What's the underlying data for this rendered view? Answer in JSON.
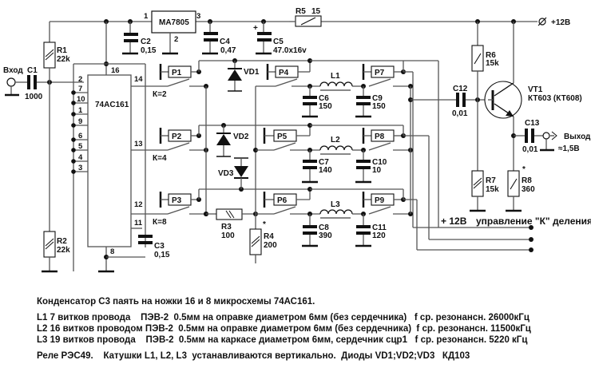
{
  "schematic": {
    "input_label": "Вход",
    "output_label": "Выход",
    "output_level": "≈1,5В",
    "supply_label": "+12В",
    "control_label_supply": "+ 12В",
    "control_label": "управление \"К\" деления",
    "ic": {
      "name": "74AC161",
      "pins": {
        "p1": "1",
        "p2": "2",
        "p3": "3",
        "p4": "4",
        "p5": "5",
        "p6": "6",
        "p7": "7",
        "p8": "8",
        "p9": "9",
        "p10": "10",
        "p11": "11",
        "p12": "12",
        "p13": "13",
        "p14": "14",
        "p16": "16"
      }
    },
    "regulator": {
      "name": "MA7805",
      "pin1": "1",
      "pin2": "2",
      "pin3": "3"
    },
    "ratios": {
      "k2": "К=2",
      "k4": "К=4",
      "k8": "К=8"
    },
    "components": {
      "C1": {
        "ref": "C1",
        "value": "1000"
      },
      "C2": {
        "ref": "C2",
        "value": "0,15"
      },
      "C3": {
        "ref": "C3",
        "value": "0,15"
      },
      "C4": {
        "ref": "C4",
        "value": "0,47"
      },
      "C5": {
        "ref": "C5",
        "value": "47.0x16v",
        "polarity": "+"
      },
      "C6": {
        "ref": "C6",
        "value": "150"
      },
      "C7": {
        "ref": "C7",
        "value": "140"
      },
      "C8": {
        "ref": "C8",
        "value": "390"
      },
      "C9": {
        "ref": "C9",
        "value": "150"
      },
      "C10": {
        "ref": "C10",
        "value": "10"
      },
      "C11": {
        "ref": "C11",
        "value": "120"
      },
      "C12": {
        "ref": "C12",
        "value": "0,01"
      },
      "C13": {
        "ref": "C13",
        "value": "0,01"
      },
      "R1": {
        "ref": "R1",
        "value": "22k"
      },
      "R2": {
        "ref": "R2",
        "value": "22k"
      },
      "R3": {
        "ref": "R3",
        "value": "100"
      },
      "R4": {
        "ref": "R4",
        "value": "200",
        "mark": "*"
      },
      "R5": {
        "ref": "R5",
        "value": "15"
      },
      "R6": {
        "ref": "R6",
        "value": "15k"
      },
      "R7": {
        "ref": "R7",
        "value": "15k"
      },
      "R8": {
        "ref": "R8",
        "value": "360",
        "mark": "*"
      },
      "L1": {
        "ref": "L1"
      },
      "L2": {
        "ref": "L2"
      },
      "L3": {
        "ref": "L3"
      },
      "VD1": {
        "ref": "VD1"
      },
      "VD2": {
        "ref": "VD2"
      },
      "VD3": {
        "ref": "VD3"
      },
      "VT1": {
        "ref": "VT1",
        "value": "КТ603 (КТ608)"
      },
      "P1": {
        "ref": "P1"
      },
      "P2": {
        "ref": "P2"
      },
      "P3": {
        "ref": "P3"
      },
      "P4": {
        "ref": "P4"
      },
      "P5": {
        "ref": "P5"
      },
      "P6": {
        "ref": "P6"
      },
      "P7": {
        "ref": "P7"
      },
      "P8": {
        "ref": "P8"
      },
      "P9": {
        "ref": "P9"
      }
    }
  },
  "notes": [
    "Конденсатор С3 паять на ножки 16 и 8 микросхемы 74АС161.",
    "L1 7 витков провода    ПЭВ-2  0.5мм на оправке диаметром 6мм (без сердечника)   f ср. резонансн. 26000кГц",
    "L2 16 витков проводом ПЭВ-2  0.5мм на оправке диаметром 6мм (без сердечника)  f ср. резонансн. 11500кГц",
    "L3 19 витков провода    ПЭВ-2  0.5мм на каркасе диаметром 6мм, сердечник сцр1   f ср. резонансн. 5220 кГц",
    "Реле РЭС49.    Катушки L1, L2, L3  устанавливаются вертикально.  Диоды VD1;VD2;VD3   КД103"
  ]
}
